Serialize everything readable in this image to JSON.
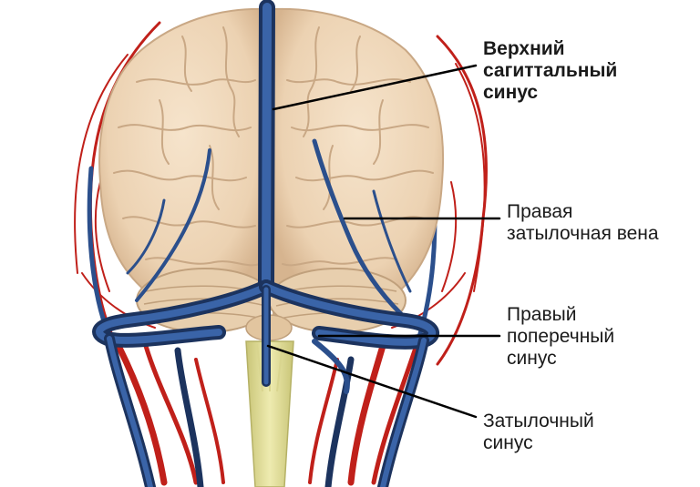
{
  "labels": {
    "superior_sagittal_sinus": [
      "Верхний",
      "сагиттальный",
      "синус"
    ],
    "right_occipital_vein": [
      "Правая",
      "затылочная вена"
    ],
    "right_transverse_sinus": [
      "Правый",
      "поперечный",
      "синус"
    ],
    "occipital_sinus": [
      "Затылочный",
      "синус"
    ]
  },
  "colors": {
    "brain": "#f1d9bd",
    "brain_shadow": "#c9a885",
    "vein": "#2b4f8c",
    "vein_dark": "#1c335e",
    "artery": "#c0201a",
    "spinal_cord": "#e6e3a0",
    "leader_line": "#000000"
  }
}
